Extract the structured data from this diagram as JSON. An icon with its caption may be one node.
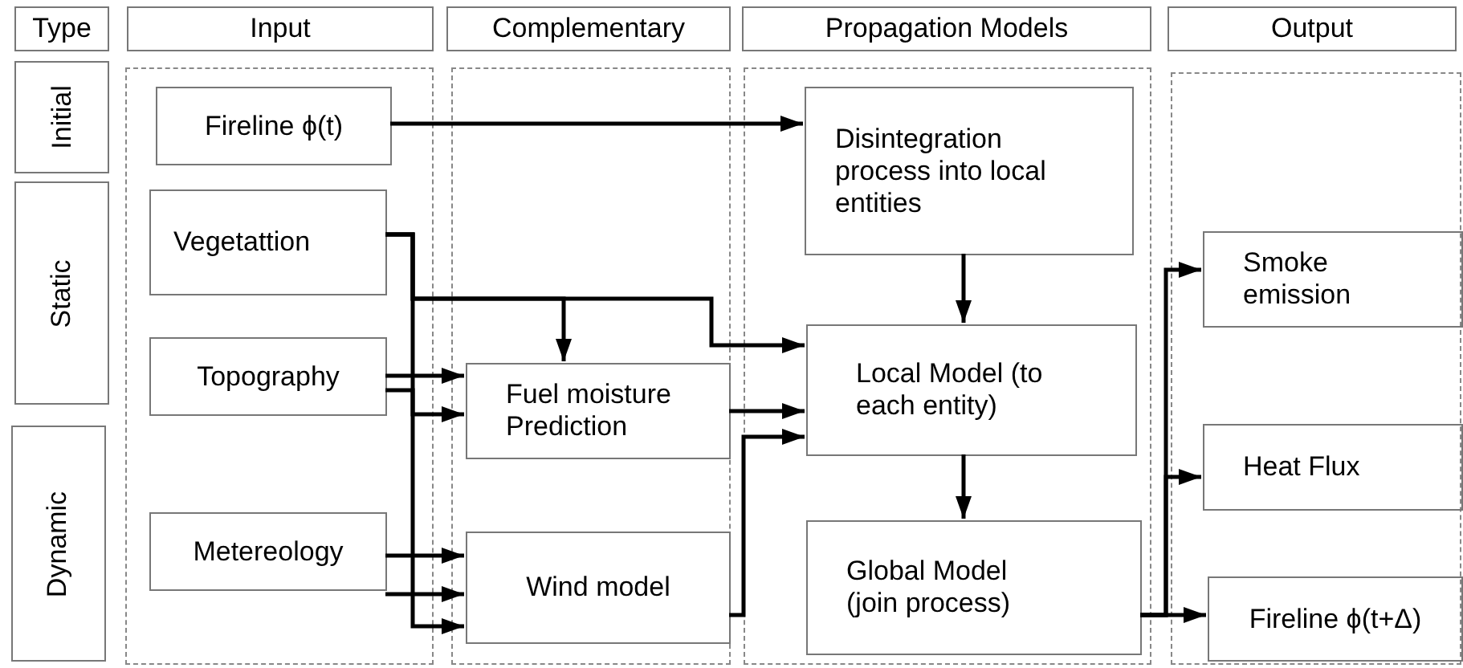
{
  "diagram": {
    "nodes": [
      {
        "text": [
          "Type"
        ]
      },
      {
        "text": [
          "Input"
        ]
      },
      {
        "text": [
          "Complementary"
        ]
      },
      {
        "text": [
          "Propagation Models"
        ]
      },
      {
        "text": [
          "Output"
        ]
      },
      {
        "text": [
          "Initial"
        ]
      },
      {
        "text": [
          "Static"
        ]
      },
      {
        "text": [
          "Dynamic"
        ]
      },
      {
        "text": [],
        "shape": "box"
      },
      {
        "text": [
          "Fireline ϕ(t)"
        ],
        "in": 8
      },
      {
        "text": [
          "Vegetattion"
        ],
        "in": 8
      },
      {
        "text": [
          "Topography"
        ],
        "in": 8
      },
      {
        "text": [
          "Metereology"
        ],
        "in": 8
      },
      {
        "text": [],
        "shape": "box"
      },
      {
        "text": [
          "Fuel moisture Prediction"
        ],
        "in": 13
      },
      {
        "text": [
          "Wind model"
        ],
        "in": 13
      },
      {
        "text": [],
        "shape": "box"
      },
      {
        "text": [
          "Disintegration process into local entities"
        ],
        "in": 16
      },
      {
        "text": [
          "Local Model (to each entity)"
        ],
        "in": 16
      },
      {
        "text": [
          "Global Model (join process)"
        ],
        "in": 16
      },
      {
        "text": [],
        "shape": "box"
      },
      {
        "text": [
          "Smoke emission"
        ],
        "in": 20
      },
      {
        "text": [
          "Heat Flux"
        ],
        "in": 20
      },
      {
        "text": [
          "Fireline ϕ(t+Δ)"
        ],
        "in": 20
      }
    ],
    "edges": [
      {
        "from": 9,
        "to": 17,
        "arrow": "to"
      },
      {
        "from": 17,
        "to": 18,
        "arrow": "to"
      },
      {
        "from": 18,
        "to": 19,
        "arrow": "to"
      },
      {
        "from": 10,
        "to": 14,
        "arrow": "to"
      },
      {
        "from": 10,
        "to": 18,
        "arrow": "to"
      },
      {
        "from": 10,
        "to": 15,
        "arrow": "to"
      },
      {
        "from": 11,
        "to": 14,
        "arrow": "to"
      },
      {
        "from": 11,
        "to": 14,
        "arrow": "to"
      },
      {
        "from": 12,
        "to": 15,
        "arrow": "to"
      },
      {
        "from": 12,
        "to": 15,
        "arrow": "to"
      },
      {
        "from": 14,
        "to": 18,
        "arrow": "to"
      },
      {
        "from": 15,
        "to": 18,
        "arrow": "to"
      },
      {
        "from": 19,
        "to": 23,
        "arrow": "to"
      },
      {
        "from": 19,
        "to": 21,
        "arrow": "to"
      },
      {
        "from": 19,
        "to": 22,
        "arrow": "to"
      }
    ]
  }
}
